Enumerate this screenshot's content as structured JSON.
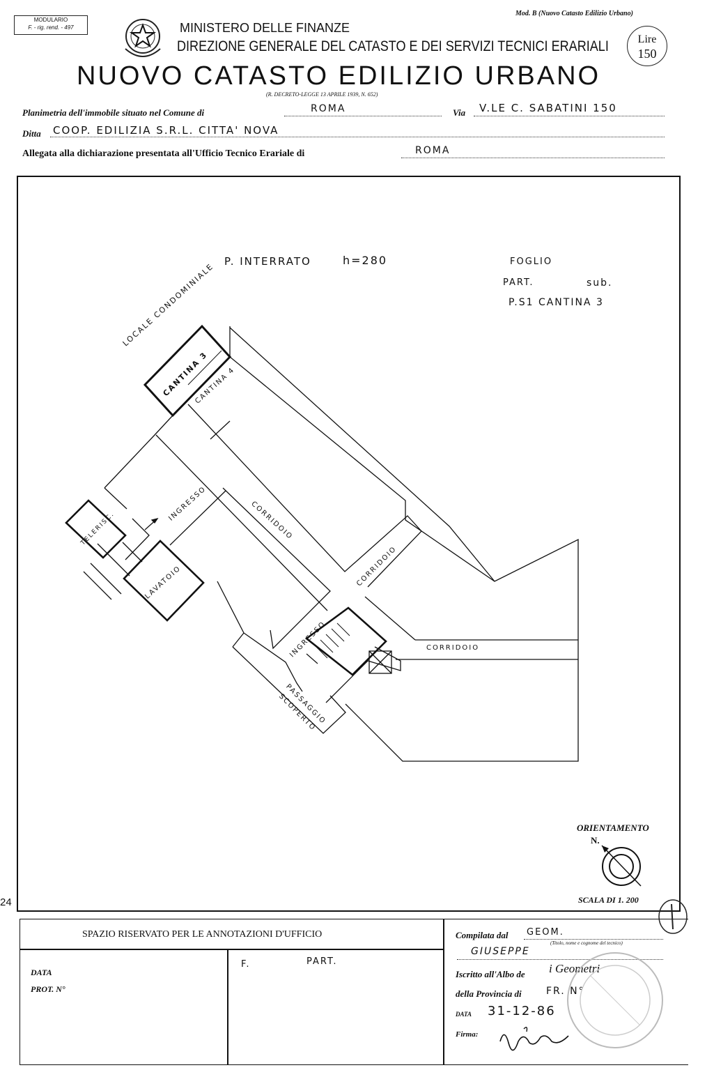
{
  "header": {
    "modulario_line1": "MODULARIO",
    "modulario_line2": "F. - rig. rend. - 497",
    "ministry": "MINISTERO DELLE FINANZE",
    "direction": "DIREZIONE GENERALE DEL CATASTO E DEI SERVIZI TECNICI ERARIALI",
    "model": "Mod. B (Nuovo Catasto Edilizio Urbano)",
    "lire_label": "Lire",
    "lire_value": "150",
    "title": "NUOVO CATASTO EDILIZIO URBANO",
    "decree": "(R. DECRETO-LEGGE 13 APRILE 1939, N. 652)"
  },
  "form": {
    "planimetria_label": "Planimetria dell'immobile situato nel Comune di",
    "comune_value": "ROMA",
    "via_label": "Via",
    "via_value": "V.LE C. SABATINI 150",
    "ditta_label": "Ditta",
    "ditta_value": "COOP. EDILIZIA S.R.L. CITTA' NOVA",
    "allegata_label": "Allegata alla dichiarazione presentata all'Ufficio Tecnico Erariale di",
    "allegata_value": "ROMA"
  },
  "plan": {
    "floor_label": "P. INTERRATO",
    "height_label": "h=280",
    "foglio_label": "FOGLIO",
    "part_label": "PART.",
    "sub_label": "sub.",
    "unit_label": "P.S1 CANTINA 3",
    "rooms": {
      "locale": "LOCALE CONDOMINIALE",
      "cantina3": "CANTINA 3",
      "cantina4": "CANTINA 4",
      "ingresso1": "INGRESSO",
      "ingresso2": "INGRESSO",
      "corridoio1": "CORRIDOIO",
      "corridoio2": "CORRIDOIO",
      "corridoio3": "CORRIDOIO",
      "teleriscaldamento": "TELERISC.",
      "lavatoio": "LAVATOIO",
      "passaggio": "PASSAGGIO",
      "scoperto": "SCOPERTO"
    },
    "orientation_label": "ORIENTAMENTO",
    "north_label": "N.",
    "scale_label": "SCALA DI 1. 200",
    "margin_number": "24"
  },
  "office": {
    "title": "SPAZIO RISERVATO PER LE ANNOTAZIONI D'UFFICIO",
    "data_label": "DATA",
    "prot_label": "PROT. N°",
    "f_label": "F.",
    "part_label": "PART."
  },
  "compiler": {
    "compilata_label": "Compilata dal",
    "compilata_value": "GEOM.",
    "titolo_note": "(Titolo, nome e cognome del tecnico)",
    "name_value": "GIUSEPPE",
    "albo_label": "Iscritto all'Albo de",
    "albo_value": "i Geometri",
    "provincia_label": "della Provincia di",
    "provincia_value": "FR. N°",
    "data_label": "DATA",
    "data_value": "31-12-86",
    "firma_label": "Firma:"
  }
}
